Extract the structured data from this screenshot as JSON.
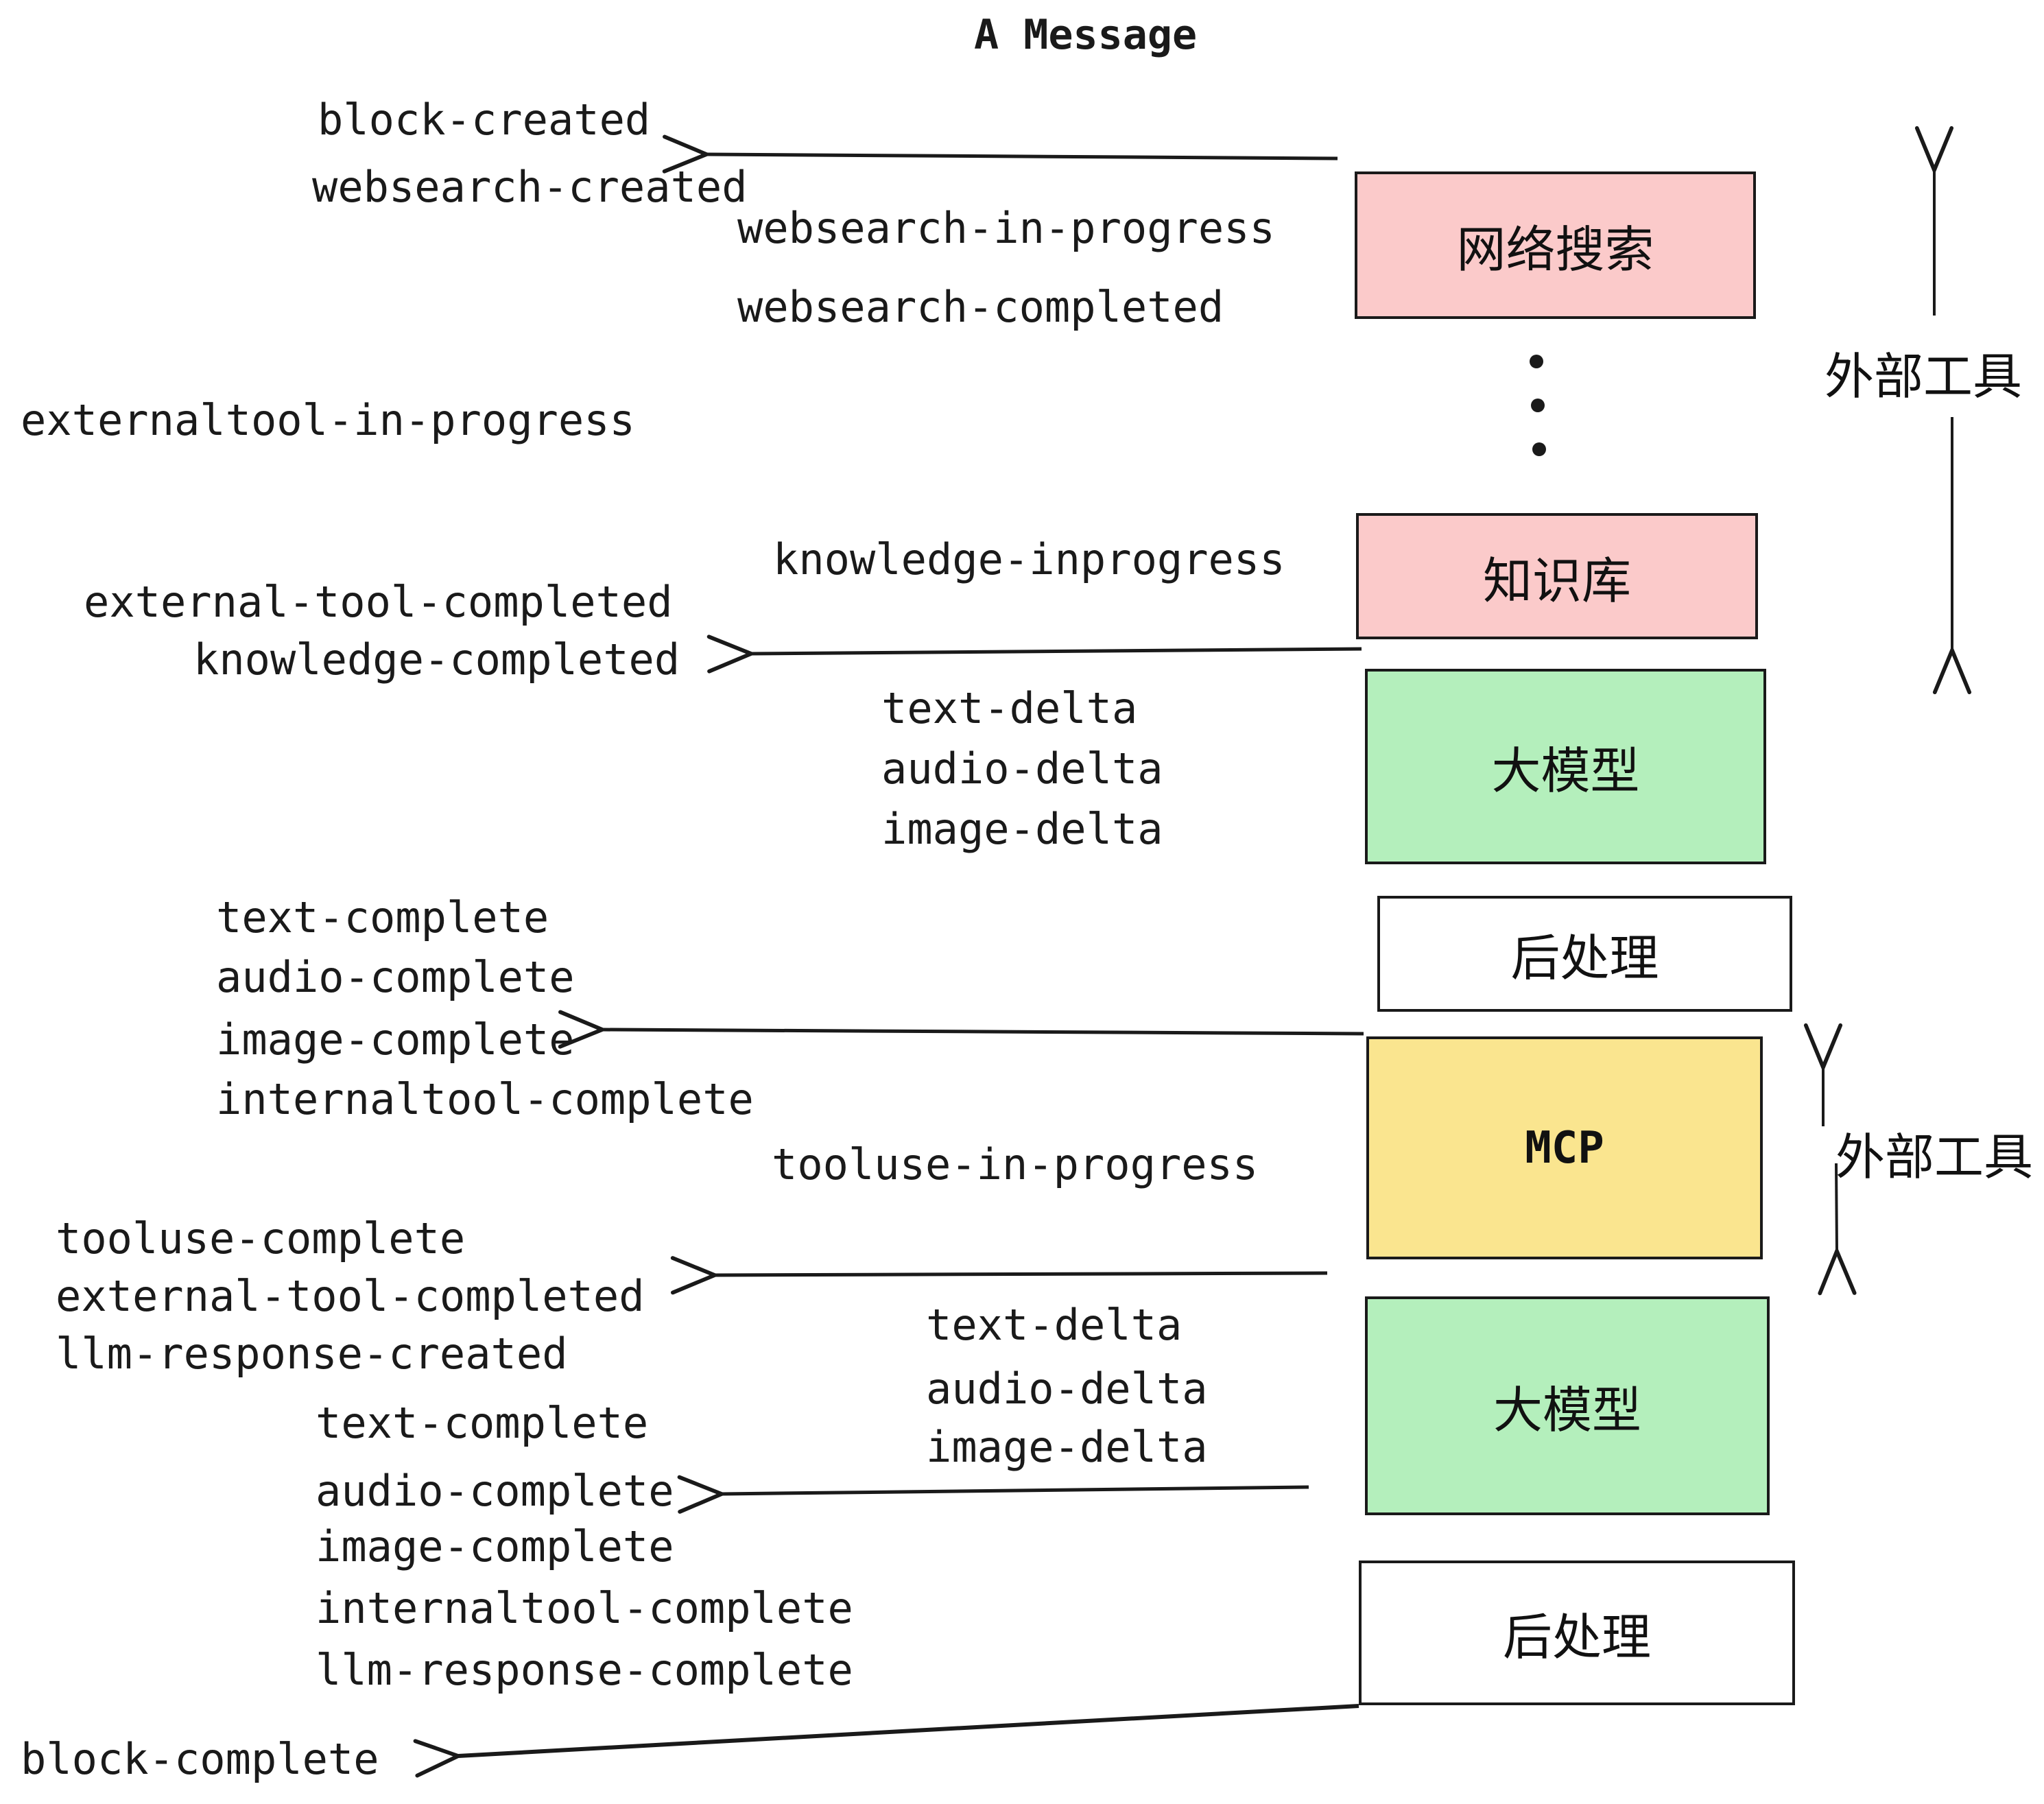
{
  "title": "A Message",
  "events": {
    "block_created": "block-created",
    "websearch_created": "websearch-created",
    "websearch_in_progress": "websearch-in-progress",
    "websearch_completed": "websearch-completed",
    "externaltool_in_progress": "externaltool-in-progress",
    "knowledge_inprogress": "knowledge-inprogress",
    "external_tool_completed": "external-tool-completed",
    "knowledge_completed": "knowledge-completed",
    "text_delta": "text-delta",
    "audio_delta": "audio-delta",
    "image_delta": "image-delta",
    "text_complete": "text-complete",
    "audio_complete": "audio-complete",
    "image_complete": "image-complete",
    "internaltool_complete": "internaltool-complete",
    "tooluse_in_progress": "tooluse-in-progress",
    "tooluse_complete": "tooluse-complete",
    "llm_response_created": "llm-response-created",
    "llm_response_complete": "llm-response-complete",
    "block_complete": "block-complete"
  },
  "boxes": [
    {
      "id": "websearch",
      "label": "网络搜索",
      "color": "#FBCACA"
    },
    {
      "id": "knowledge-base",
      "label": "知识库",
      "color": "#FBCACA"
    },
    {
      "id": "llm-1",
      "label": "大模型",
      "color": "#B4EFBC"
    },
    {
      "id": "postprocess-1",
      "label": "后处理",
      "color": "#FFFFFF"
    },
    {
      "id": "mcp",
      "label": "MCP",
      "color": "#FAE58F"
    },
    {
      "id": "llm-2",
      "label": "大模型",
      "color": "#B4EFBC"
    },
    {
      "id": "postprocess-2",
      "label": "后处理",
      "color": "#FFFFFF"
    }
  ],
  "side_labels": {
    "external_tools": "外部工具"
  },
  "colors": {
    "ink": "#1A1A1A",
    "pink": "#FBCACA",
    "green": "#B4EFBC",
    "yellow": "#FAE58F",
    "white": "#FFFFFF",
    "background": "#FFFFFF"
  }
}
